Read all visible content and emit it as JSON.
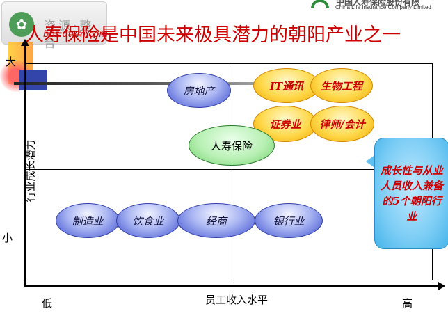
{
  "header": {
    "title": "人寿保险是中国未来极具潜力的朝阳产业之一",
    "watermark_logo_text": "资源·整合",
    "watermark_url": "bbs.dtvm.com",
    "company_top": "中国人寿保险股份有限",
    "company_en": "China Life Insurance Company Limited"
  },
  "axes": {
    "y_title": "行业成长潜力",
    "y_high": "大",
    "y_low": "小",
    "x_title": "员工收入水平",
    "x_low": "低",
    "x_high": "高"
  },
  "quadrants": {
    "top_left": [
      "房地产"
    ],
    "top_right": [
      "IT通讯",
      "生物工程",
      "证券业",
      "律师/会计"
    ],
    "center": "人寿保险",
    "bottom": [
      "制造业",
      "饮食业",
      "经商",
      "银行业"
    ]
  },
  "callout": {
    "text": "成长性与从业人员收入兼备的5个朝阳行业"
  },
  "colors": {
    "title": "#cc0000",
    "low_growth": "#3e4fd0",
    "high_growth": "#ffd84a",
    "life_insurance": "#b8f0b4",
    "callout": "#7ccdf5"
  }
}
